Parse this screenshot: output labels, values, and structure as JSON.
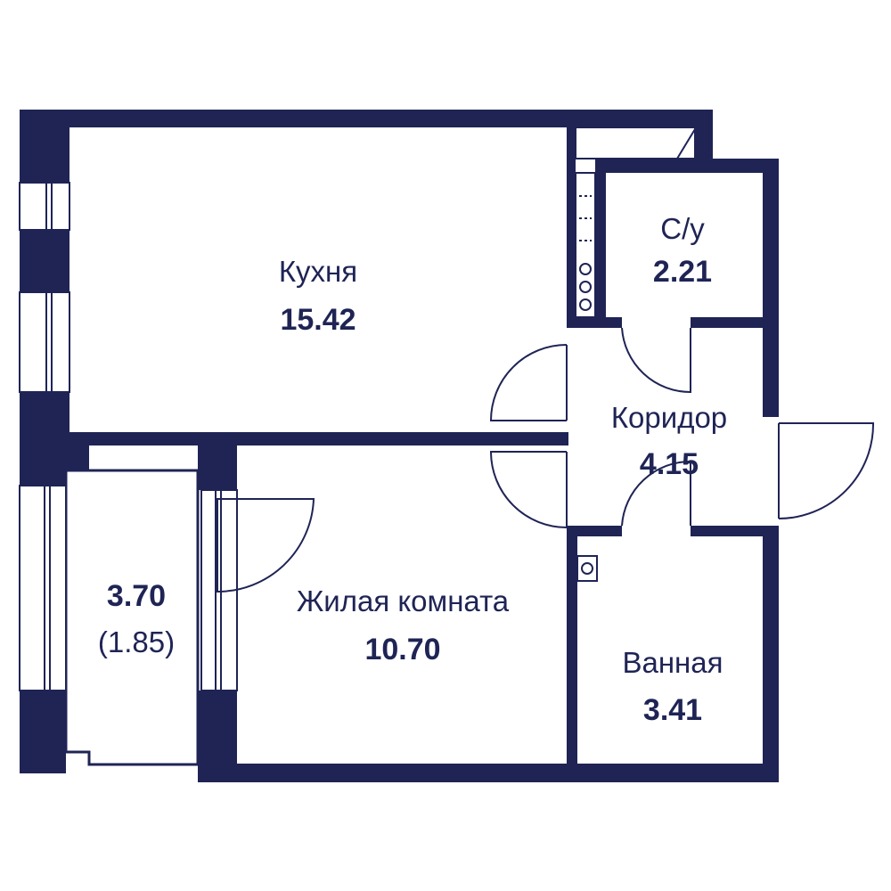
{
  "colors": {
    "wall": "#1f2455",
    "background": "#ffffff",
    "text": "#1f2455"
  },
  "rooms": {
    "kitchen": {
      "name": "Кухня",
      "area": "15.42"
    },
    "wc": {
      "name": "С/у",
      "area": "2.21"
    },
    "corridor": {
      "name": "Коридор",
      "area": "4.15"
    },
    "living": {
      "name": "Жилая комната",
      "area": "10.70"
    },
    "bathroom": {
      "name": "Ванная",
      "area": "3.41"
    },
    "balcony": {
      "area": "3.70",
      "reduced_area": "(1.85)"
    }
  }
}
